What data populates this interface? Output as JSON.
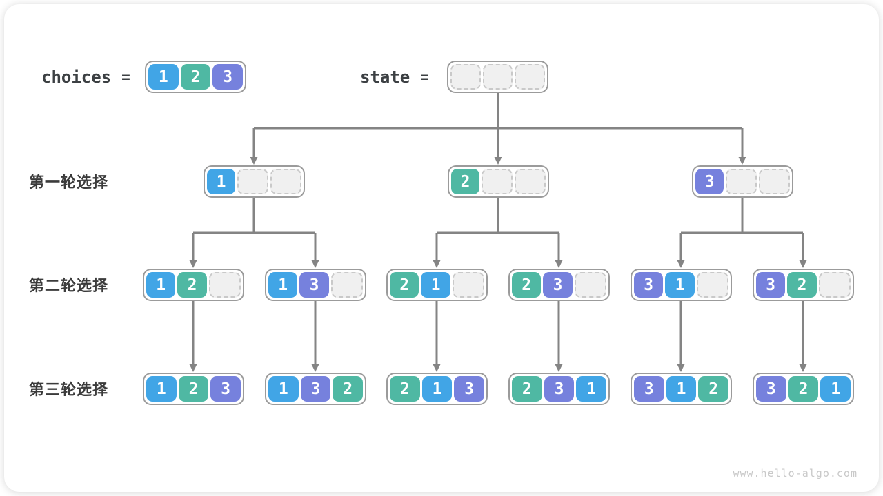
{
  "choices": {
    "label": "choices",
    "eq": "=",
    "cells": [
      "1",
      "2",
      "3"
    ]
  },
  "state": {
    "label": "state",
    "eq": "=",
    "cells": [
      "",
      "",
      ""
    ]
  },
  "rounds": [
    {
      "label": "第一轮选择",
      "boxes": [
        [
          "1",
          "",
          ""
        ],
        [
          "2",
          "",
          ""
        ],
        [
          "3",
          "",
          ""
        ]
      ]
    },
    {
      "label": "第二轮选择",
      "boxes": [
        [
          "1",
          "2",
          ""
        ],
        [
          "1",
          "3",
          ""
        ],
        [
          "2",
          "1",
          ""
        ],
        [
          "2",
          "3",
          ""
        ],
        [
          "3",
          "1",
          ""
        ],
        [
          "3",
          "2",
          ""
        ]
      ]
    },
    {
      "label": "第三轮选择",
      "boxes": [
        [
          "1",
          "2",
          "3"
        ],
        [
          "1",
          "3",
          "2"
        ],
        [
          "2",
          "1",
          "3"
        ],
        [
          "2",
          "3",
          "1"
        ],
        [
          "3",
          "1",
          "2"
        ],
        [
          "3",
          "2",
          "1"
        ]
      ]
    }
  ],
  "watermark": "www.hello-algo.com",
  "colors": {
    "value_1": "#41a5e6",
    "value_2": "#4fb8a3",
    "value_3": "#7681dd",
    "arrow": "#848484",
    "box_border": "#9b9b9b",
    "empty_cell_fill": "#f0f0f0",
    "empty_cell_border": "#c9c9c9",
    "label_text": "#3c4043",
    "watermark_text": "#c9c9c9"
  }
}
